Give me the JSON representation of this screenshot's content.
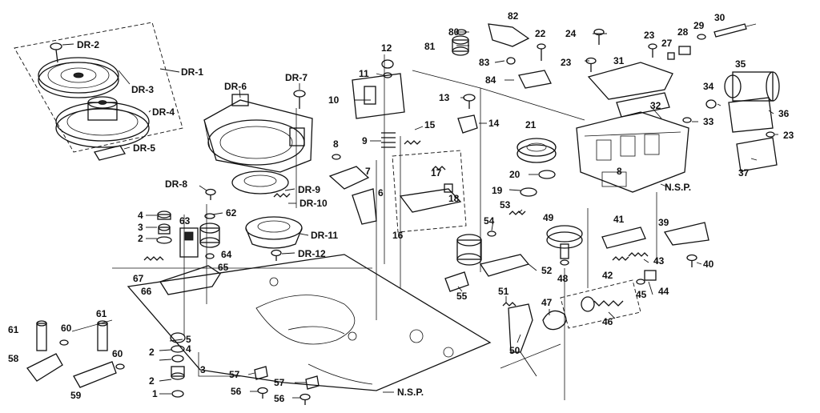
{
  "callouts": [
    {
      "key": "dr2",
      "text": "DR-2"
    },
    {
      "key": "dr1",
      "text": "DR-1"
    },
    {
      "key": "dr3",
      "text": "DR-3"
    },
    {
      "key": "dr4",
      "text": "DR-4"
    },
    {
      "key": "dr5",
      "text": "DR-5"
    },
    {
      "key": "dr6",
      "text": "DR-6"
    },
    {
      "key": "dr7",
      "text": "DR-7"
    },
    {
      "key": "dr8",
      "text": "DR-8"
    },
    {
      "key": "dr9",
      "text": "DR-9"
    },
    {
      "key": "dr10",
      "text": "DR-10"
    },
    {
      "key": "dr11",
      "text": "DR-11"
    },
    {
      "key": "dr12",
      "text": "DR-12"
    },
    {
      "key": "p1",
      "text": "1"
    },
    {
      "key": "p2a",
      "text": "2"
    },
    {
      "key": "p2b",
      "text": "2"
    },
    {
      "key": "p2c",
      "text": "2"
    },
    {
      "key": "p3a",
      "text": "3"
    },
    {
      "key": "p3b",
      "text": "3"
    },
    {
      "key": "p4a",
      "text": "4"
    },
    {
      "key": "p4b",
      "text": "4"
    },
    {
      "key": "p5",
      "text": "5"
    },
    {
      "key": "p6",
      "text": "6"
    },
    {
      "key": "p7",
      "text": "7"
    },
    {
      "key": "p8a",
      "text": "8"
    },
    {
      "key": "p8b",
      "text": "8"
    },
    {
      "key": "p9",
      "text": "9"
    },
    {
      "key": "p10",
      "text": "10"
    },
    {
      "key": "p11",
      "text": "11"
    },
    {
      "key": "p12",
      "text": "12"
    },
    {
      "key": "p13",
      "text": "13"
    },
    {
      "key": "p14",
      "text": "14"
    },
    {
      "key": "p15",
      "text": "15"
    },
    {
      "key": "p16",
      "text": "16"
    },
    {
      "key": "p17",
      "text": "17"
    },
    {
      "key": "p18",
      "text": "18"
    },
    {
      "key": "p19",
      "text": "19"
    },
    {
      "key": "p20",
      "text": "20"
    },
    {
      "key": "p21",
      "text": "21"
    },
    {
      "key": "p22",
      "text": "22"
    },
    {
      "key": "p23a",
      "text": "23"
    },
    {
      "key": "p23b",
      "text": "23"
    },
    {
      "key": "p23c",
      "text": "23"
    },
    {
      "key": "p24",
      "text": "24"
    },
    {
      "key": "p27",
      "text": "27"
    },
    {
      "key": "p28",
      "text": "28"
    },
    {
      "key": "p29",
      "text": "29"
    },
    {
      "key": "p30",
      "text": "30"
    },
    {
      "key": "p31",
      "text": "31"
    },
    {
      "key": "p32",
      "text": "32"
    },
    {
      "key": "p33",
      "text": "33"
    },
    {
      "key": "p34",
      "text": "34"
    },
    {
      "key": "p35",
      "text": "35"
    },
    {
      "key": "p36",
      "text": "36"
    },
    {
      "key": "p37",
      "text": "37"
    },
    {
      "key": "p39",
      "text": "39"
    },
    {
      "key": "p40",
      "text": "40"
    },
    {
      "key": "p41",
      "text": "41"
    },
    {
      "key": "p42",
      "text": "42"
    },
    {
      "key": "p43",
      "text": "43"
    },
    {
      "key": "p44",
      "text": "44"
    },
    {
      "key": "p45",
      "text": "45"
    },
    {
      "key": "p46",
      "text": "46"
    },
    {
      "key": "p47",
      "text": "47"
    },
    {
      "key": "p48",
      "text": "48"
    },
    {
      "key": "p49",
      "text": "49"
    },
    {
      "key": "p50",
      "text": "50"
    },
    {
      "key": "p51",
      "text": "51"
    },
    {
      "key": "p52",
      "text": "52"
    },
    {
      "key": "p53",
      "text": "53"
    },
    {
      "key": "p54",
      "text": "54"
    },
    {
      "key": "p55",
      "text": "55"
    },
    {
      "key": "p56a",
      "text": "56"
    },
    {
      "key": "p56b",
      "text": "56"
    },
    {
      "key": "p57a",
      "text": "57"
    },
    {
      "key": "p57b",
      "text": "57"
    },
    {
      "key": "p58",
      "text": "58"
    },
    {
      "key": "p59",
      "text": "59"
    },
    {
      "key": "p60a",
      "text": "60"
    },
    {
      "key": "p60b",
      "text": "60"
    },
    {
      "key": "p61a",
      "text": "61"
    },
    {
      "key": "p61b",
      "text": "61"
    },
    {
      "key": "p62",
      "text": "62"
    },
    {
      "key": "p63",
      "text": "63"
    },
    {
      "key": "p64",
      "text": "64"
    },
    {
      "key": "p65",
      "text": "65"
    },
    {
      "key": "p66",
      "text": "66"
    },
    {
      "key": "p67",
      "text": "67"
    },
    {
      "key": "p80",
      "text": "80"
    },
    {
      "key": "p81",
      "text": "81"
    },
    {
      "key": "p82",
      "text": "82"
    },
    {
      "key": "p83",
      "text": "83"
    },
    {
      "key": "p84",
      "text": "84"
    },
    {
      "key": "nsp1",
      "text": "N.S.P."
    },
    {
      "key": "nsp2",
      "text": "N.S.P."
    }
  ]
}
